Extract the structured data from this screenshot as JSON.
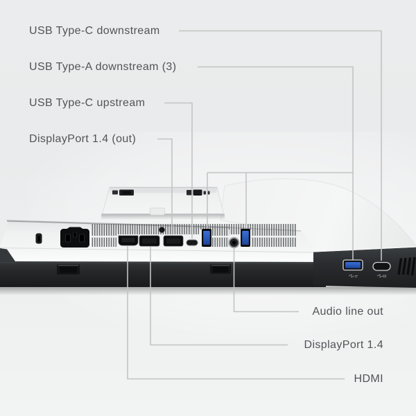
{
  "labels": {
    "top": [
      {
        "id": "usb-c-downstream",
        "text": "USB Type-C downstream"
      },
      {
        "id": "usb-a-downstream",
        "text": "USB Type-A downstream (3)"
      },
      {
        "id": "usb-c-upstream",
        "text": "USB Type-C upstream"
      },
      {
        "id": "displayport-out",
        "text": "DisplayPort 1.4 (out)"
      }
    ],
    "bottom": [
      {
        "id": "audio-line-out",
        "text": "Audio line out"
      },
      {
        "id": "displayport",
        "text": "DisplayPort 1.4"
      },
      {
        "id": "hdmi",
        "text": "HDMI"
      }
    ]
  },
  "ports": [
    {
      "name": "kensington-lock-slot"
    },
    {
      "name": "ac-power-inlet"
    },
    {
      "name": "hdmi-port"
    },
    {
      "name": "displayport-in-port"
    },
    {
      "name": "displayport-out-port"
    },
    {
      "name": "usb-c-upstream-port"
    },
    {
      "name": "usb-a-downstream-port-1"
    },
    {
      "name": "audio-line-out-jack"
    },
    {
      "name": "usb-a-downstream-port-2"
    },
    {
      "name": "quick-access-usb-a-port"
    },
    {
      "name": "quick-access-usb-c-port"
    }
  ],
  "colors": {
    "background": "#ebeced",
    "label_text": "#515356",
    "callout_line": "#c2c4c4",
    "usb_blue": "#2b5fc4",
    "chassis_white": "#f2f3f3",
    "base_black": "#232527"
  }
}
